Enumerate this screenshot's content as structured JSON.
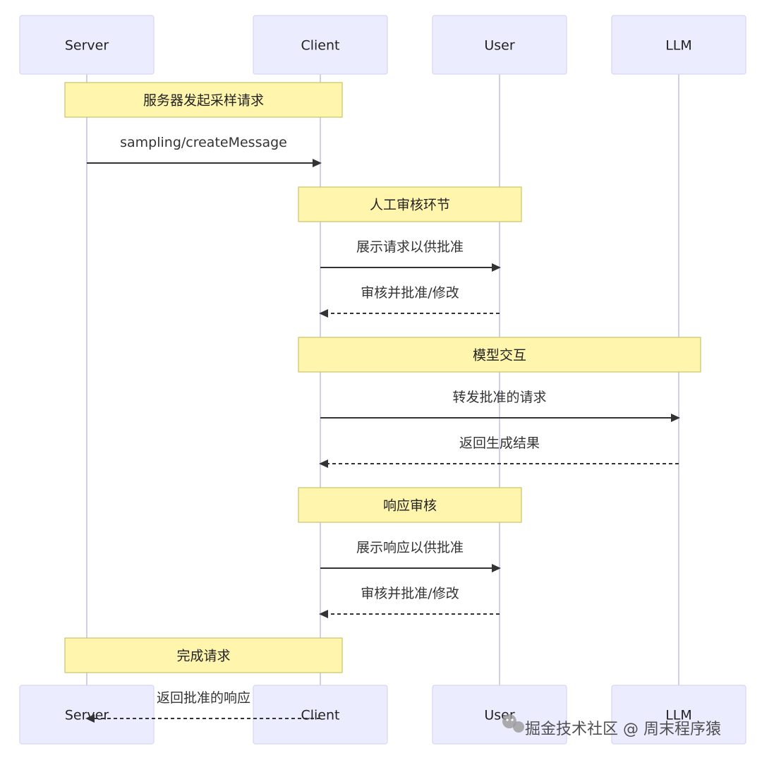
{
  "actors": [
    {
      "id": "server",
      "label": "Server"
    },
    {
      "id": "client",
      "label": "Client"
    },
    {
      "id": "user",
      "label": "User"
    },
    {
      "id": "llm",
      "label": "LLM"
    }
  ],
  "steps": [
    {
      "type": "note",
      "from": "server",
      "to": "client",
      "text": "服务器发起采样请求"
    },
    {
      "type": "message",
      "from": "server",
      "to": "client",
      "style": "solid",
      "text": "sampling/createMessage"
    },
    {
      "type": "note",
      "from": "client",
      "to": "user",
      "text": "人工审核环节"
    },
    {
      "type": "message",
      "from": "client",
      "to": "user",
      "style": "solid",
      "text": "展示请求以供批准"
    },
    {
      "type": "message",
      "from": "user",
      "to": "client",
      "style": "dashed",
      "text": "审核并批准/修改"
    },
    {
      "type": "note",
      "from": "client",
      "to": "llm",
      "text": "模型交互"
    },
    {
      "type": "message",
      "from": "client",
      "to": "llm",
      "style": "solid",
      "text": "转发批准的请求"
    },
    {
      "type": "message",
      "from": "llm",
      "to": "client",
      "style": "dashed",
      "text": "返回生成结果"
    },
    {
      "type": "note",
      "from": "client",
      "to": "user",
      "text": "响应审核"
    },
    {
      "type": "message",
      "from": "client",
      "to": "user",
      "style": "solid",
      "text": "展示响应以供批准"
    },
    {
      "type": "message",
      "from": "user",
      "to": "client",
      "style": "dashed",
      "text": "审核并批准/修改"
    },
    {
      "type": "note",
      "from": "server",
      "to": "client",
      "text": "完成请求"
    },
    {
      "type": "message",
      "from": "client",
      "to": "server",
      "style": "dashed",
      "text": "返回批准的响应"
    }
  ],
  "watermark": {
    "text": "掘金技术社区 @ 周末程序猿",
    "icon": "wechat-icon"
  },
  "colors": {
    "actor_fill": "#ececff",
    "actor_border": "#d6d6f5",
    "lifeline": "#d0d0e8",
    "note_fill": "#fff5ad",
    "note_border": "#c9c46a",
    "arrow": "#333333"
  }
}
